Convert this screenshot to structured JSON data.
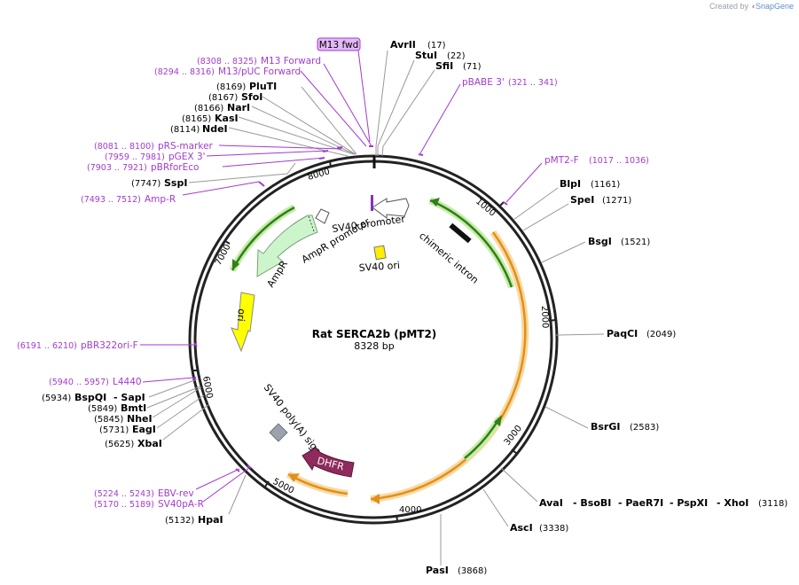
{
  "app": {
    "credit_prefix": "Created by",
    "credit_brand": "SnapGene"
  },
  "plasmid": {
    "name": "Rat SERCA2b (pMT2)",
    "size_label": "8328 bp"
  },
  "ticks": [
    "1000",
    "2000",
    "3000",
    "4000",
    "5000",
    "6000",
    "7000",
    "8000"
  ],
  "enzymes": [
    {
      "name": "AvrII",
      "pos": "(17)"
    },
    {
      "name": "StuI",
      "pos": "(22)"
    },
    {
      "name": "SfiI",
      "pos": "(71)"
    },
    {
      "name": "BlpI",
      "pos": "(1161)"
    },
    {
      "name": "SpeI",
      "pos": "(1271)"
    },
    {
      "name": "BsgI",
      "pos": "(1521)"
    },
    {
      "name": "PaqCI",
      "pos": "(2049)"
    },
    {
      "name": "BsrGI",
      "pos": "(2583)"
    },
    {
      "name": "AvaI",
      "pos": "(3118)"
    },
    {
      "name": "- BsoBI",
      "pos": ""
    },
    {
      "name": "- PaeR7I",
      "pos": ""
    },
    {
      "name": "- PspXI",
      "pos": ""
    },
    {
      "name": "- XhoI",
      "pos": ""
    },
    {
      "name": "AscI",
      "pos": "(3338)"
    },
    {
      "name": "PasI",
      "pos": "(3868)"
    },
    {
      "name": "HpaI",
      "pos": "(5132)"
    },
    {
      "name": "XbaI",
      "pos": "(5625)"
    },
    {
      "name": "EagI",
      "pos": "(5731)"
    },
    {
      "name": "NheI",
      "pos": "(5845)"
    },
    {
      "name": "BmtI",
      "pos": "(5849)"
    },
    {
      "name": "BspQI",
      "pos": "(5934)"
    },
    {
      "name": "- SapI",
      "pos": ""
    },
    {
      "name": "SspI",
      "pos": "(7747)"
    },
    {
      "name": "NdeI",
      "pos": "(8114)"
    },
    {
      "name": "KasI",
      "pos": "(8165)"
    },
    {
      "name": "NarI",
      "pos": "(8166)"
    },
    {
      "name": "SfoI",
      "pos": "(8167)"
    },
    {
      "name": "PluTI",
      "pos": "(8169)"
    }
  ],
  "primers": [
    {
      "name": "M13 fwd",
      "pos": ""
    },
    {
      "name": "M13 Forward",
      "pos": "(8308 .. 8325)"
    },
    {
      "name": "M13/pUC Forward",
      "pos": "(8294 .. 8316)"
    },
    {
      "name": "pBABE 3'",
      "pos": "(321 .. 341)"
    },
    {
      "name": "pMT2-F",
      "pos": "(1017 .. 1036)"
    },
    {
      "name": "pRS-marker",
      "pos": "(8081 .. 8100)"
    },
    {
      "name": "pGEX 3'",
      "pos": "(7959 .. 7981)"
    },
    {
      "name": "pBRforEco",
      "pos": "(7903 .. 7921)"
    },
    {
      "name": "Amp-R",
      "pos": "(7493 .. 7512)"
    },
    {
      "name": "pBR322ori-F",
      "pos": "(6191 .. 6210)"
    },
    {
      "name": "L4440",
      "pos": "(5940 .. 5957)"
    },
    {
      "name": "EBV-rev",
      "pos": "(5224 .. 5243)"
    },
    {
      "name": "SV40pA-R",
      "pos": "(5170 .. 5189)"
    }
  ],
  "features": [
    {
      "name": "SV40 promoter"
    },
    {
      "name": "chimeric intron"
    },
    {
      "name": "SV40 ori"
    },
    {
      "name": "AmpR promoter"
    },
    {
      "name": "AmpR"
    },
    {
      "name": "ori"
    },
    {
      "name": "SV40 poly(A) signal"
    },
    {
      "name": "DHFR"
    }
  ],
  "colors": {
    "primer": "#a33ad0",
    "ori": "#ffff00",
    "ampr": "#ccf5cc",
    "dhfr": "#8e2a5c",
    "polyA": "#9aa3ab",
    "orange_arc": "#f3a825",
    "green_arc": "#3b8f1a"
  }
}
